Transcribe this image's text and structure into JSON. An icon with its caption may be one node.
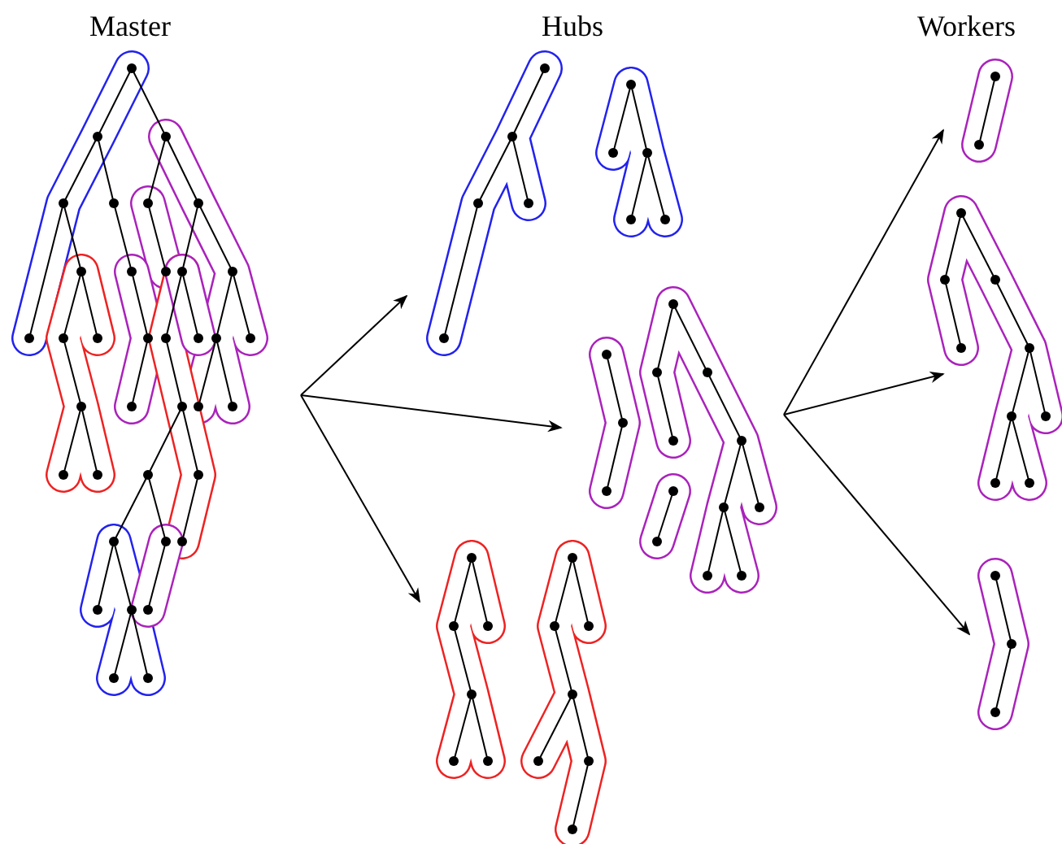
{
  "diagram": {
    "nodes": [
      {
        "text": [],
        "shape": "picture"
      },
      {
        "text": [],
        "shape": "picture"
      },
      {
        "text": [],
        "shape": "picture"
      },
      {
        "text": [],
        "shape": "picture"
      },
      {
        "text": [],
        "shape": "picture"
      },
      {
        "text": [],
        "shape": "picture"
      },
      {
        "text": [],
        "shape": "picture"
      }
    ],
    "edges": [
      {
        "from": 0,
        "to": 1,
        "arrow": "to"
      },
      {
        "from": 0,
        "to": 2,
        "arrow": "to"
      },
      {
        "from": 0,
        "to": 3,
        "arrow": "to"
      },
      {
        "from": 2,
        "to": 4,
        "arrow": "to"
      },
      {
        "from": 2,
        "to": 5,
        "arrow": "to"
      },
      {
        "from": 2,
        "to": 6,
        "arrow": "to"
      }
    ],
    "labels": [
      "Master",
      "Hubs",
      "Workers"
    ]
  }
}
